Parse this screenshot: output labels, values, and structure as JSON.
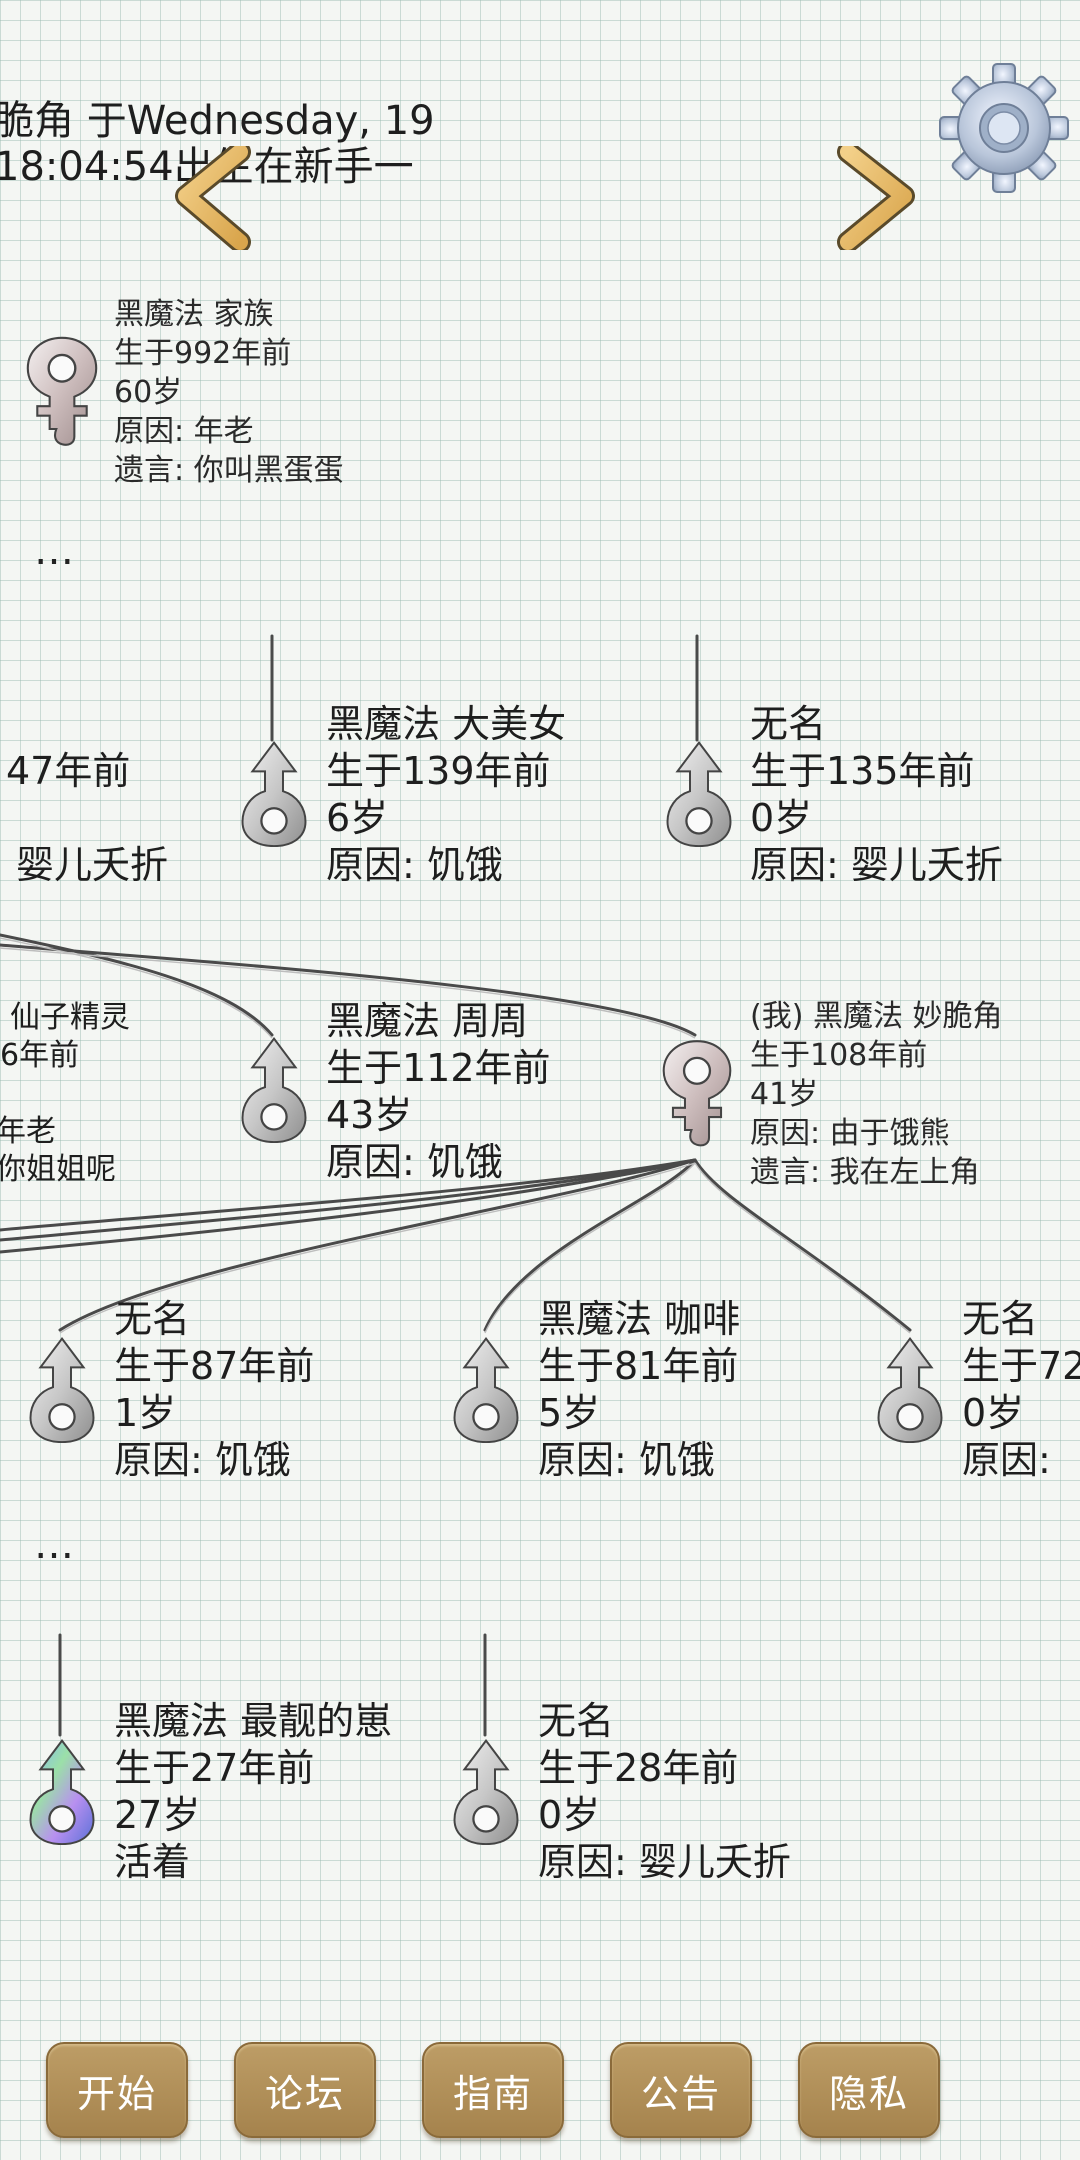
{
  "header": {
    "line1": "脆角 于Wednesday, 19",
    "line2": "18:04:54出生在新手一"
  },
  "people": {
    "ancestor": {
      "name": "黑魔法 家族",
      "born": "生于992年前",
      "age": "60岁",
      "cause": "原因:  年老",
      "will": "遗言:  你叫黑蛋蛋"
    },
    "row1_partial": {
      "born": "47年前",
      "cause": "婴儿夭折"
    },
    "row1_a": {
      "name": "黑魔法 大美女",
      "born": "生于139年前",
      "age": "6岁",
      "cause": "原因:  饥饿"
    },
    "row1_b": {
      "name": "无名",
      "born": "生于135年前",
      "age": "0岁",
      "cause": "原因:  婴儿夭折"
    },
    "row2_partial": {
      "name": "仙子精灵",
      "born": "6年前",
      "cause": "年老",
      "will": "你姐姐呢"
    },
    "row2_a": {
      "name": "黑魔法 周周",
      "born": "生于112年前",
      "age": "43岁",
      "cause": "原因:  饥饿"
    },
    "self": {
      "name": "(我) 黑魔法 妙脆角",
      "born": "生于108年前",
      "age": "41岁",
      "cause": "原因:  由于饿熊",
      "will": "遗言:  我在左上角"
    },
    "child1": {
      "name": "无名",
      "born": "生于87年前",
      "age": "1岁",
      "cause": "原因:  饥饿"
    },
    "child2": {
      "name": "黑魔法 咖啡",
      "born": "生于81年前",
      "age": "5岁",
      "cause": "原因:  饥饿"
    },
    "child3": {
      "name": "无名",
      "born": "生于72",
      "age": "0岁",
      "cause": "原因:"
    },
    "desc1": {
      "name": "黑魔法 最靓的崽",
      "born": "生于27年前",
      "age": "27岁",
      "status": "活着"
    },
    "desc2": {
      "name": "无名",
      "born": "生于28年前",
      "age": "0岁",
      "cause": "原因:  婴儿夭折"
    }
  },
  "ellipsis": "…",
  "buttons": {
    "start": "开始",
    "forum": "论坛",
    "guide": "指南",
    "notice": "公告",
    "privacy": "隐私"
  },
  "icons": {
    "prev": "chevron-left-icon",
    "next": "chevron-right-icon",
    "settings": "gear-icon",
    "male": "male-symbol-icon",
    "female": "female-symbol-icon"
  },
  "colors": {
    "button": "#b08f57",
    "arrow": "#e7b864",
    "line": "#555555"
  }
}
